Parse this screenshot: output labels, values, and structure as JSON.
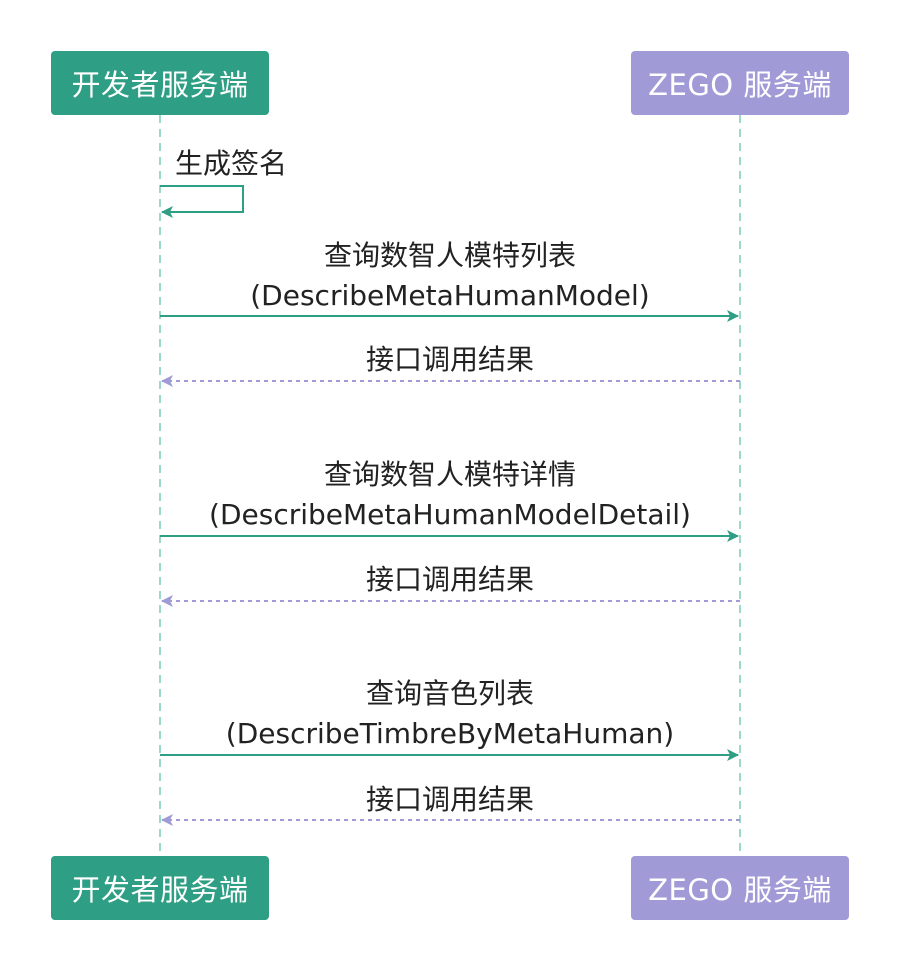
{
  "actors": {
    "developer": {
      "label": "开发者服务端",
      "color": "#2E9E84"
    },
    "zego": {
      "label": "ZEGO 服务端",
      "color": "#A09BD6"
    }
  },
  "colors": {
    "request_line": "#2E9E84",
    "response_line": "#A09BD6",
    "lifeline_dev": "#7DCCB8",
    "lifeline_zego": "#7DCCB8",
    "text": "#222222"
  },
  "messages": {
    "self_sign": {
      "label": "生成签名"
    },
    "call1": {
      "line1": "查询数智人模特列表",
      "line2": "(DescribeMetaHumanModel)"
    },
    "resp1": {
      "label": "接口调用结果"
    },
    "call2": {
      "line1": "查询数智人模特详情",
      "line2": "(DescribeMetaHumanModelDetail)"
    },
    "resp2": {
      "label": "接口调用结果"
    },
    "call3": {
      "line1": "查询音色列表",
      "line2": "(DescribeTimbreByMetaHuman)"
    },
    "resp3": {
      "label": "接口调用结果"
    }
  }
}
